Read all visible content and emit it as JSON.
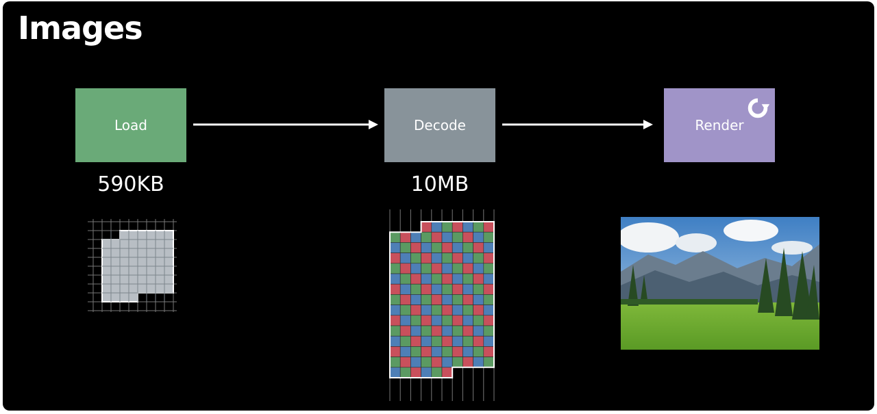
{
  "slide": {
    "title": "Images"
  },
  "steps": [
    {
      "label": "Load",
      "size": "590KB",
      "color": "#6aaa78"
    },
    {
      "label": "Decode",
      "size": "10MB",
      "color": "#88939a"
    },
    {
      "label": "Render",
      "color": "#a094c8"
    }
  ],
  "icons": {
    "render_step": "refresh-icon"
  }
}
